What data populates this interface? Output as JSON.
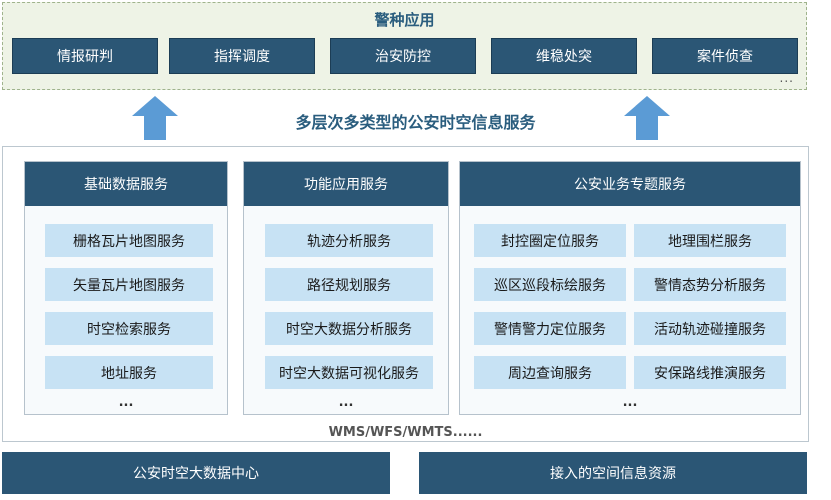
{
  "top": {
    "title": "警种应用",
    "apps": [
      "情报研判",
      "指挥调度",
      "治安防控",
      "维稳处突",
      "案件侦查"
    ],
    "more": "..."
  },
  "middle": {
    "label": "多层次多类型的公安时空信息服务"
  },
  "services": {
    "columns": [
      {
        "title": "基础数据服务",
        "items": [
          "栅格瓦片地图服务",
          "矢量瓦片地图服务",
          "时空检索服务",
          "地址服务"
        ],
        "more": "..."
      },
      {
        "title": "功能应用服务",
        "items": [
          "轨迹分析服务",
          "路径规划服务",
          "时空大数据分析服务",
          "时空大数据可视化服务"
        ],
        "more": "..."
      },
      {
        "title": "公安业务专题服务",
        "items_left": [
          "封控圈定位服务",
          "巡区巡段标绘服务",
          "警情警力定位服务",
          "周边查询服务"
        ],
        "items_right": [
          "地理围栏服务",
          "警情态势分析服务",
          "活动轨迹碰撞服务",
          "安保路线推演服务"
        ],
        "more": "..."
      }
    ],
    "protocols": "WMS/WFS/WMTS......"
  },
  "bottom": {
    "left": "公安时空大数据中心",
    "right": "接入的空间信息资源"
  },
  "colors": {
    "header": "#2b5675",
    "service": "#c7e2f4",
    "arrow": "#5b9bd5",
    "top_bg": "#eef3e6"
  }
}
